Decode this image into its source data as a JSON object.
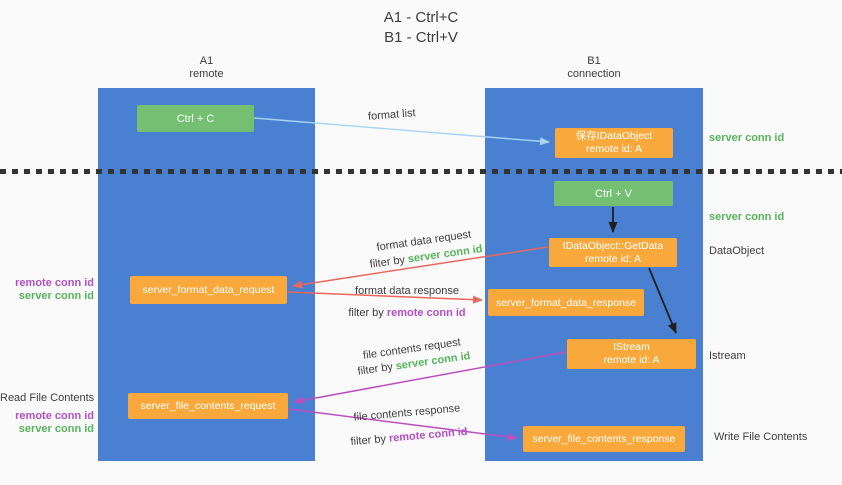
{
  "title": {
    "line1": "A1 - Ctrl+C",
    "line2": "B1 - Ctrl+V"
  },
  "columns": {
    "left": {
      "name": "A1",
      "subtitle": "remote"
    },
    "right": {
      "name": "B1",
      "subtitle": "connection"
    }
  },
  "boxes": {
    "ctrl_c": "Ctrl + C",
    "ctrl_v": "Ctrl + V",
    "save_idataobject": {
      "line1": "保存IDataObject",
      "line2": "remote id: A"
    },
    "getdata": {
      "line1": "IDataObject::GetData",
      "line2": "remote id: A"
    },
    "istream": {
      "line1": "IStream",
      "line2": "remote id: A"
    },
    "server_format_data_request": "server_format_data_request",
    "server_format_data_response": "server_format_data_response",
    "server_file_contents_request": "server_file_contents_request",
    "server_file_contents_response": "server_file_contents_response"
  },
  "left_labels": {
    "group1": {
      "remote": "remote conn id",
      "server": "server conn id"
    },
    "read_file_contents": "Read File Contents",
    "group2": {
      "remote": "remote conn id",
      "server": "server conn id"
    }
  },
  "right_labels": {
    "server_conn_id_top": "server conn id",
    "server_conn_id_mid": "server conn id",
    "dataobject": "DataObject",
    "istream": "Istream",
    "write_file_contents": "Write File Contents"
  },
  "flow_labels": {
    "format_list": "format list",
    "format_data_request": {
      "line1": "format data request",
      "filter_prefix": "filter by",
      "filter_key": "server conn id"
    },
    "format_data_response": {
      "line1": "format data response",
      "filter_prefix": "filter by",
      "filter_key": "remote conn id"
    },
    "file_contents_request": {
      "line1": "file contents request",
      "filter_prefix": "filter by",
      "filter_key": "server conn id"
    },
    "file_contents_response": {
      "line1": "file contents response",
      "filter_prefix": "filter by",
      "filter_key": "remote conn id"
    }
  },
  "colors": {
    "panel-blue": "#4a80d2",
    "box-green": "#74bf72",
    "box-orange": "#f9a93c",
    "label-green": "#56b45a",
    "label-purple": "#b350c6",
    "arrow-red": "#ea675d",
    "arrow-magenta": "#bd4ec0",
    "arrow-lightblue": "#a6d3f3",
    "arrow-black": "#1f1f1f",
    "text-dark": "#3d3d3d"
  }
}
